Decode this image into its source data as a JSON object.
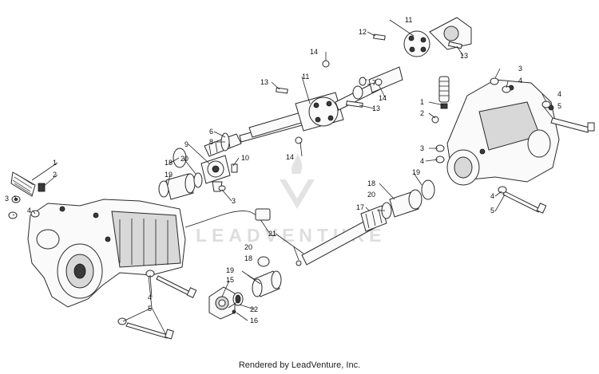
{
  "footer": {
    "text": "Rendered by LeadVenture, Inc."
  },
  "watermark": {
    "text": "LEADVENTURE"
  },
  "callouts": {
    "front_gearcase": {
      "n1": "1",
      "n2": "2",
      "n3": "3",
      "n4": "4"
    },
    "front_bolts": {
      "n4": "4",
      "n5": "5"
    },
    "front_seal": {
      "n15": "15",
      "n16": "16",
      "n18": "18",
      "n19": "19",
      "n20": "20",
      "n22": "22"
    },
    "prop_front": {
      "n3": "3",
      "n6": "6",
      "n8": "8",
      "n9": "9",
      "n10": "10",
      "n18": "18",
      "n19": "19",
      "n20": "20"
    },
    "prop_mid": {
      "n11": "11",
      "n13": "13",
      "n14a": "14",
      "n14b": "14",
      "n14c": "14",
      "n7": "7"
    },
    "prop_rear": {
      "n11": "11",
      "n12": "12",
      "n13": "13"
    },
    "rear_shaft": {
      "n17": "17",
      "n18": "18",
      "n19": "19",
      "n20": "20",
      "n21": "21"
    },
    "rear_gearcase": {
      "n1": "1",
      "n2": "2",
      "n3a": "3",
      "n3b": "3",
      "n4a": "4",
      "n4b": "4",
      "n4c": "4",
      "n5a": "5",
      "n5b": "5"
    }
  },
  "colors": {
    "ink": "#222222",
    "paper": "#ffffff",
    "watermark": "#e3e3e3"
  }
}
